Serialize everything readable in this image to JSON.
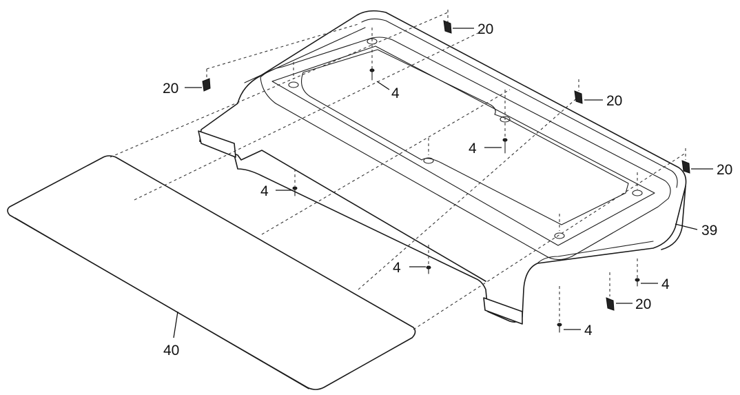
{
  "figure": {
    "callouts": {
      "housing": "39",
      "cover_plate": "40",
      "screw": "4",
      "clip": "20"
    }
  }
}
